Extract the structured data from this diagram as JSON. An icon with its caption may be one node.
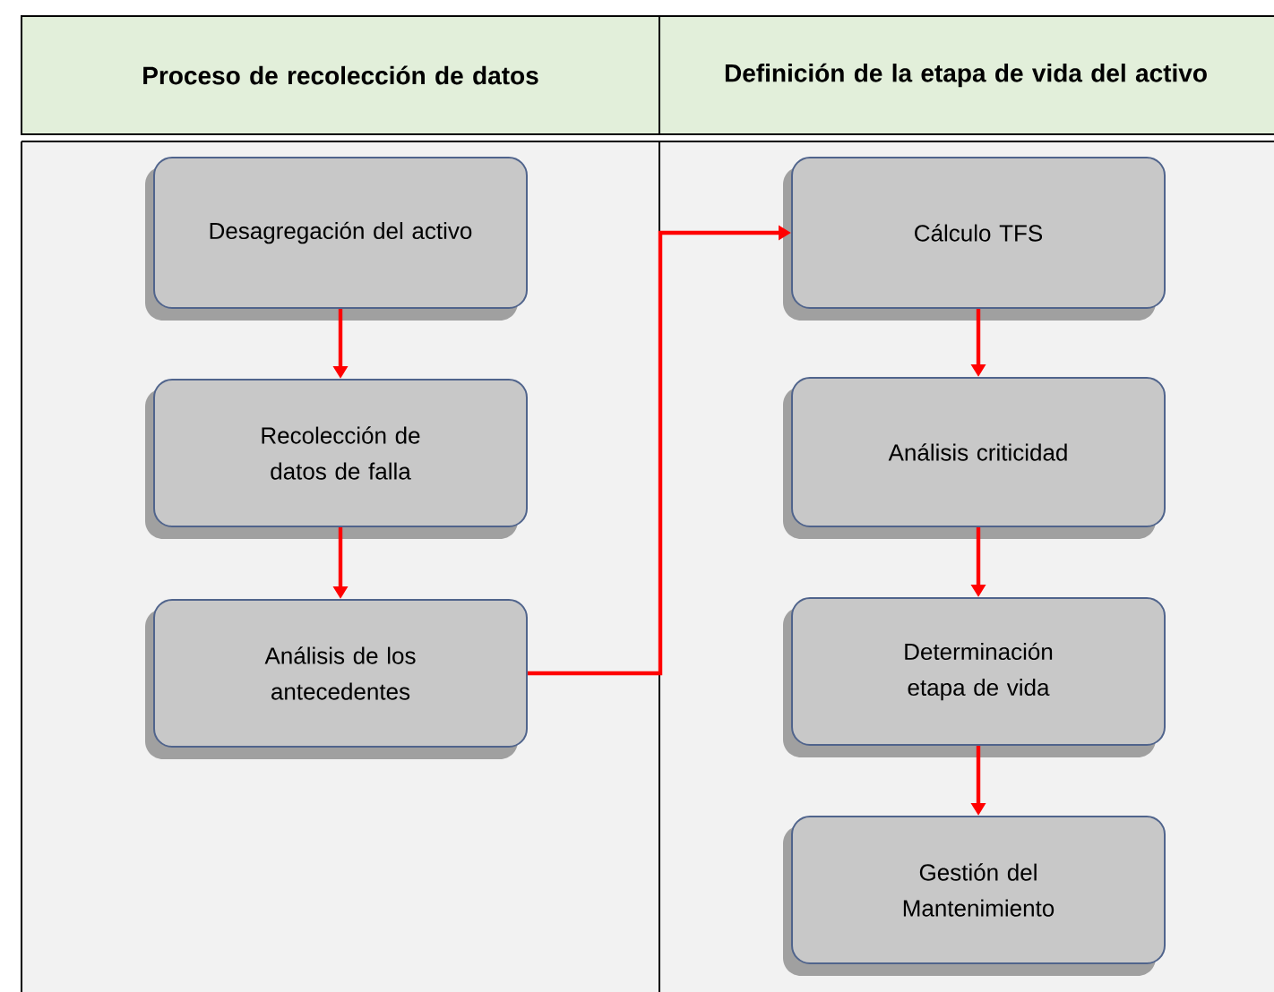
{
  "diagram": {
    "nodes": [
      {
        "text": [
          "Desagregación del activo"
        ]
      },
      {
        "text": [
          "Recolección de datos de falla"
        ]
      },
      {
        "text": [
          "Análisis de los antecedentes"
        ]
      },
      {
        "text": [
          "Cálculo TFS"
        ]
      },
      {
        "text": [
          "Análisis criticidad"
        ]
      },
      {
        "text": [
          "Determinación etapa de vida"
        ]
      },
      {
        "text": [
          "Gestión del Mantenimiento"
        ]
      }
    ],
    "edges": [
      {
        "from": 0,
        "to": 1,
        "arrow": "to"
      },
      {
        "from": 1,
        "to": 2,
        "arrow": "to"
      },
      {
        "from": 2,
        "to": 3,
        "arrow": "to"
      },
      {
        "from": 3,
        "to": 4,
        "arrow": "to"
      },
      {
        "from": 4,
        "to": 5,
        "arrow": "to"
      },
      {
        "from": 5,
        "to": 6,
        "arrow": "to"
      }
    ],
    "labels": [
      "Proceso de recolección de datos",
      "Definición de la etapa de vida del activo"
    ]
  }
}
